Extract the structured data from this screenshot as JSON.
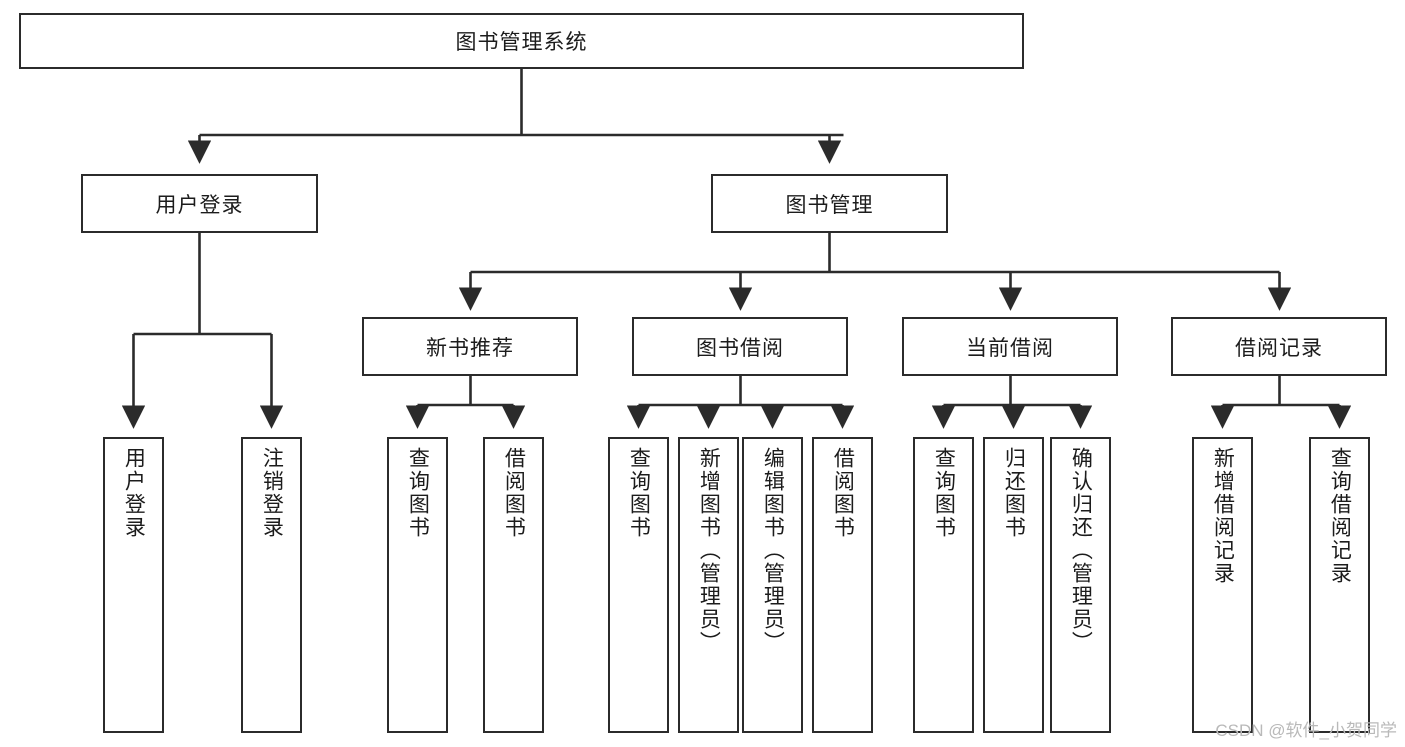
{
  "diagram": {
    "title": "图书管理系统",
    "type": "hierarchy-tree",
    "root": {
      "label": "图书管理系统"
    },
    "level1": [
      {
        "label": "用户登录"
      },
      {
        "label": "图书管理"
      }
    ],
    "level2": [
      {
        "label": "新书推荐"
      },
      {
        "label": "图书借阅"
      },
      {
        "label": "当前借阅"
      },
      {
        "label": "借阅记录"
      }
    ],
    "leaves": {
      "user_login": [
        {
          "label": "用户登录"
        },
        {
          "label": "注销登录"
        }
      ],
      "new_book_recommend": [
        {
          "label": "查询图书"
        },
        {
          "label": "借阅图书"
        }
      ],
      "book_borrow": [
        {
          "label": "查询图书"
        },
        {
          "label": "新增图书（管理员）"
        },
        {
          "label": "编辑图书（管理员）"
        },
        {
          "label": "借阅图书"
        }
      ],
      "current_borrow": [
        {
          "label": "查询图书"
        },
        {
          "label": "归还图书"
        },
        {
          "label": "确认归还（管理员）"
        }
      ],
      "borrow_record": [
        {
          "label": "新增借阅记录"
        },
        {
          "label": "查询借阅记录"
        }
      ]
    },
    "colors": {
      "stroke": "#2b2b2b",
      "fill": "#ffffff",
      "text": "#1c1c1c",
      "watermark": "#b9b9b9"
    }
  },
  "watermark": {
    "text": "CSDN @软件_小贺同学"
  }
}
